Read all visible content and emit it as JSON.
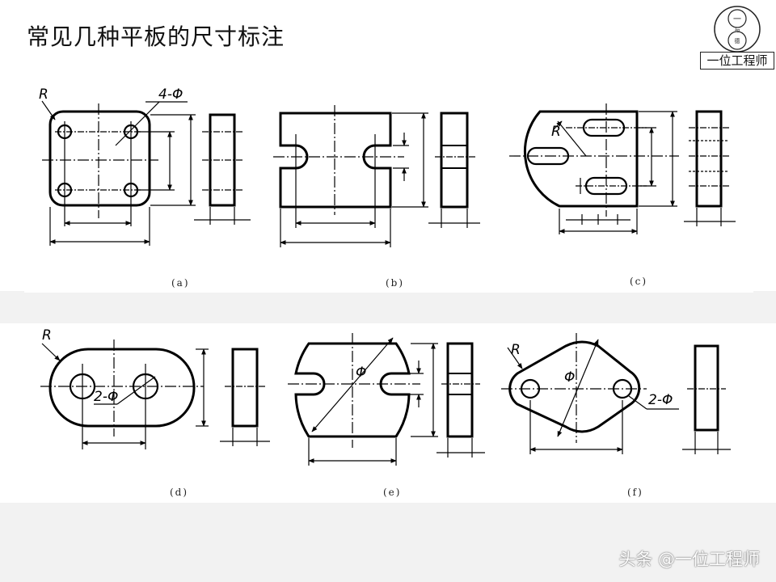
{
  "page": {
    "title": "常见几种平板的尺寸标注",
    "logo": {
      "text": "一位工程师",
      "seal_chars": [
        "一",
        "与",
        "德"
      ]
    },
    "watermark": "头条 @一位工程师",
    "captions": [
      "(a)",
      "(b)",
      "(c)",
      "(d)",
      "(e)",
      "(f)"
    ],
    "labels": {
      "a_radius": "R",
      "a_holes": "4-Φ",
      "c_radius": "R",
      "d_radius": "R",
      "d_holes": "2-Φ",
      "e_diameter": "Φ",
      "f_radius": "R",
      "f_diameter": "Φ",
      "f_holes": "2-Φ"
    },
    "colors": {
      "line": "#000000",
      "background": "#ffffff",
      "band": "#f2f2f2"
    }
  }
}
